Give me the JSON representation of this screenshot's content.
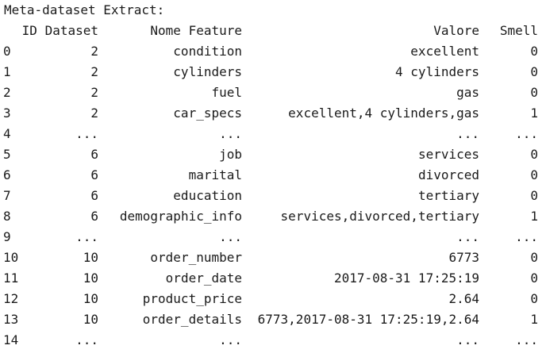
{
  "title": "Meta-dataset Extract:",
  "columns": {
    "id": "ID Dataset",
    "feature": "Nome Feature",
    "value": "Valore",
    "smell": "Smell"
  },
  "rows": [
    {
      "idx": "0",
      "id": "2",
      "feature": "condition",
      "value": "excellent",
      "smell": "0"
    },
    {
      "idx": "1",
      "id": "2",
      "feature": "cylinders",
      "value": "4 cylinders",
      "smell": "0"
    },
    {
      "idx": "2",
      "id": "2",
      "feature": "fuel",
      "value": "gas",
      "smell": "0"
    },
    {
      "idx": "3",
      "id": "2",
      "feature": "car_specs",
      "value": "excellent,4 cylinders,gas",
      "smell": "1"
    },
    {
      "idx": "4",
      "id": "...",
      "feature": "...",
      "value": "...",
      "smell": "..."
    },
    {
      "idx": "5",
      "id": "6",
      "feature": "job",
      "value": "services",
      "smell": "0"
    },
    {
      "idx": "6",
      "id": "6",
      "feature": "marital",
      "value": "divorced",
      "smell": "0"
    },
    {
      "idx": "7",
      "id": "6",
      "feature": "education",
      "value": "tertiary",
      "smell": "0"
    },
    {
      "idx": "8",
      "id": "6",
      "feature": "demographic_info",
      "value": "services,divorced,tertiary",
      "smell": "1"
    },
    {
      "idx": "9",
      "id": "...",
      "feature": "...",
      "value": "...",
      "smell": "..."
    },
    {
      "idx": "10",
      "id": "10",
      "feature": "order_number",
      "value": "6773",
      "smell": "0"
    },
    {
      "idx": "11",
      "id": "10",
      "feature": "order_date",
      "value": "2017-08-31 17:25:19",
      "smell": "0"
    },
    {
      "idx": "12",
      "id": "10",
      "feature": "product_price",
      "value": "2.64",
      "smell": "0"
    },
    {
      "idx": "13",
      "id": "10",
      "feature": "order_details",
      "value": "6773,2017-08-31 17:25:19,2.64",
      "smell": "1"
    },
    {
      "idx": "14",
      "id": "...",
      "feature": "...",
      "value": "...",
      "smell": "..."
    }
  ],
  "colors": {
    "text": "#1a1a1a",
    "background": "#ffffff"
  }
}
